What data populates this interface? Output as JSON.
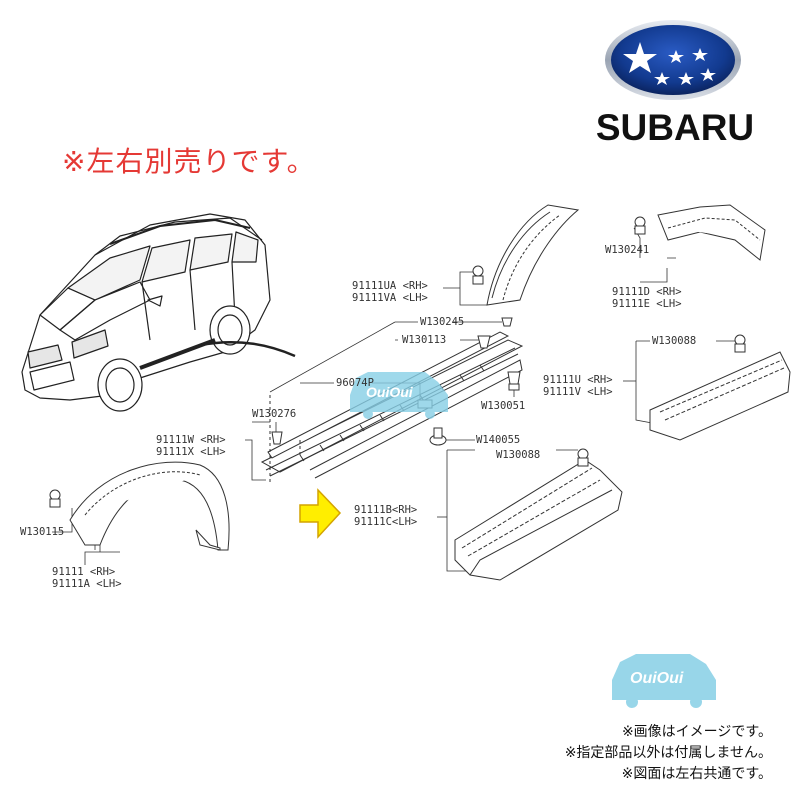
{
  "brand": {
    "name": "SUBARU"
  },
  "notice": "※左右別売りです。",
  "watermark": {
    "text": "OuiOui"
  },
  "labels": {
    "p91111UA": "91111UA <RH>",
    "p91111VA": "91111VA <LH>",
    "w130241": "W130241",
    "p91111D": "91111D <RH>",
    "p91111E": "91111E <LH>",
    "w130245": "W130245",
    "w130113": "W130113",
    "p96074P": "96074P",
    "w130088a": "W130088",
    "p91111U": "91111U <RH>",
    "p91111V": "91111V <LH>",
    "w130051": "W130051",
    "w130276": "W130276",
    "p91111W": "91111W <RH>",
    "p91111X": "91111X <LH>",
    "w140055": "W140055",
    "w130088b": "W130088",
    "p91111B": "91111B<RH>",
    "p91111C": "91111C<LH>",
    "w130115": "W130115",
    "p91111": "91111  <RH>",
    "p91111A": "91111A <LH>"
  },
  "highlight_color": "#ffee00",
  "notice_color": "#e53935",
  "footnotes": [
    "※画像はイメージです。",
    "※指定部品以外は付属しません。",
    "※図面は左右共通です。"
  ]
}
